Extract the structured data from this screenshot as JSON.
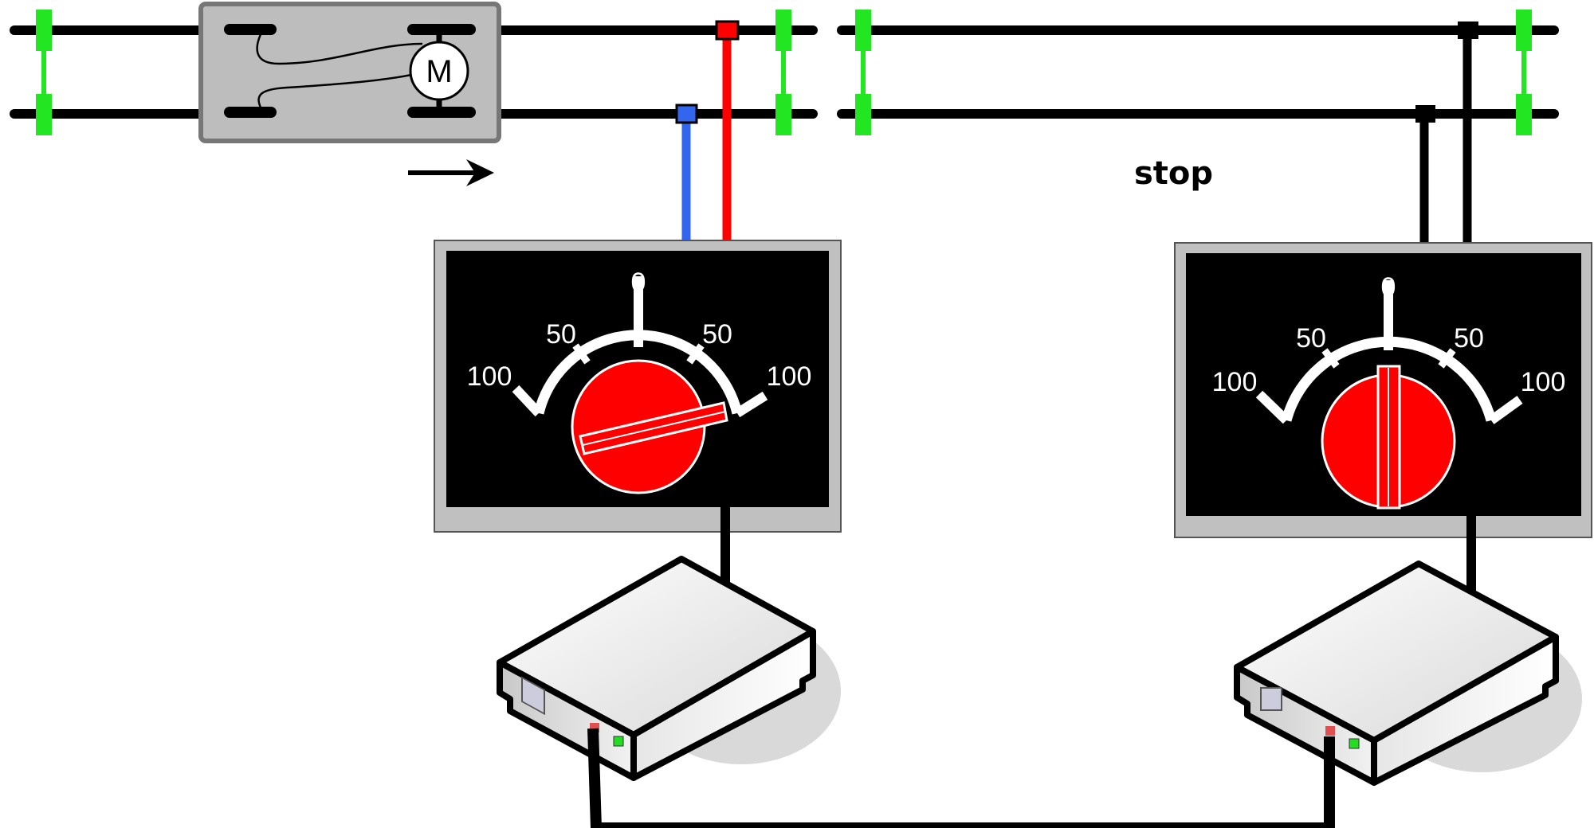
{
  "motor": {
    "label": "M"
  },
  "status": {
    "right_label": "stop"
  },
  "left_dial": {
    "ticks": {
      "top": "0",
      "upper_left": "50",
      "upper_right": "50",
      "left": "100",
      "right": "100"
    },
    "setting": "right"
  },
  "right_dial": {
    "ticks": {
      "top": "0",
      "upper_left": "50",
      "upper_right": "50",
      "left": "100",
      "right": "100"
    },
    "setting": "0"
  },
  "colors": {
    "rail": "#000000",
    "sleeper": "#22e622",
    "feed_positive": "#ff0000",
    "feed_negative": "#3366ee",
    "knob": "#ff0000",
    "panel_bg": "#000000",
    "panel_frame": "#c0c0c0",
    "locomotive_body": "#bdbdbd"
  },
  "icons": [
    "motor-icon",
    "direction-arrow-icon",
    "control-knob-icon",
    "router-icon"
  ]
}
